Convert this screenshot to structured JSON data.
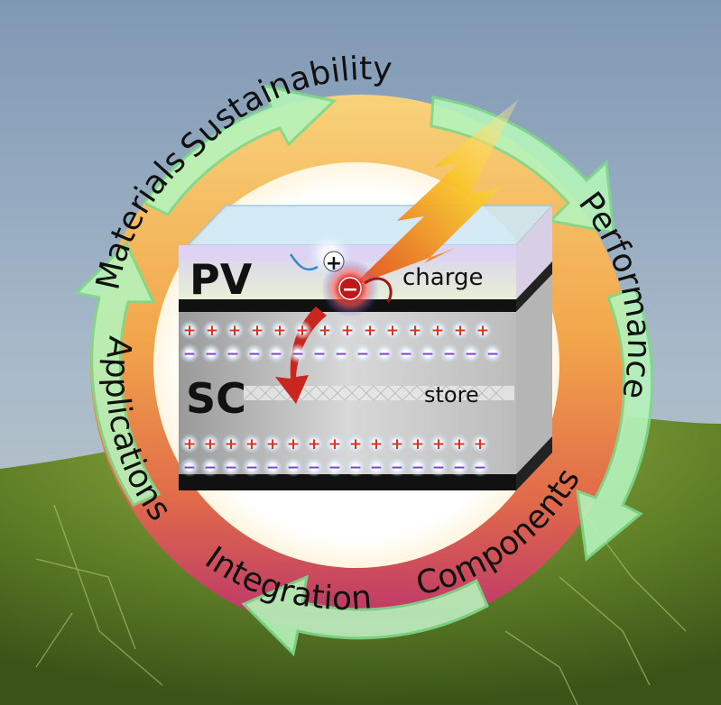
{
  "ring_labels": {
    "sustainability": "Sustainability",
    "materials": "Materials",
    "performance": "Performance",
    "applications": "Applications",
    "components": "Components",
    "integration": "Integration"
  },
  "device": {
    "pv_label": "PV",
    "sc_label": "SC",
    "charge_label": "charge",
    "store_label": "store",
    "plus_symbol": "+",
    "minus_symbol": "−"
  },
  "colors": {
    "sky": "#8fa7bf",
    "leaf": "#6f8f2e",
    "ring_warm": "#f0b85a",
    "ring_magenta": "#c03a7a",
    "arrow_green": "#a8f0b0",
    "plus": "#e03020",
    "minus": "#7a40d0",
    "bolt": "#f7b21c"
  }
}
